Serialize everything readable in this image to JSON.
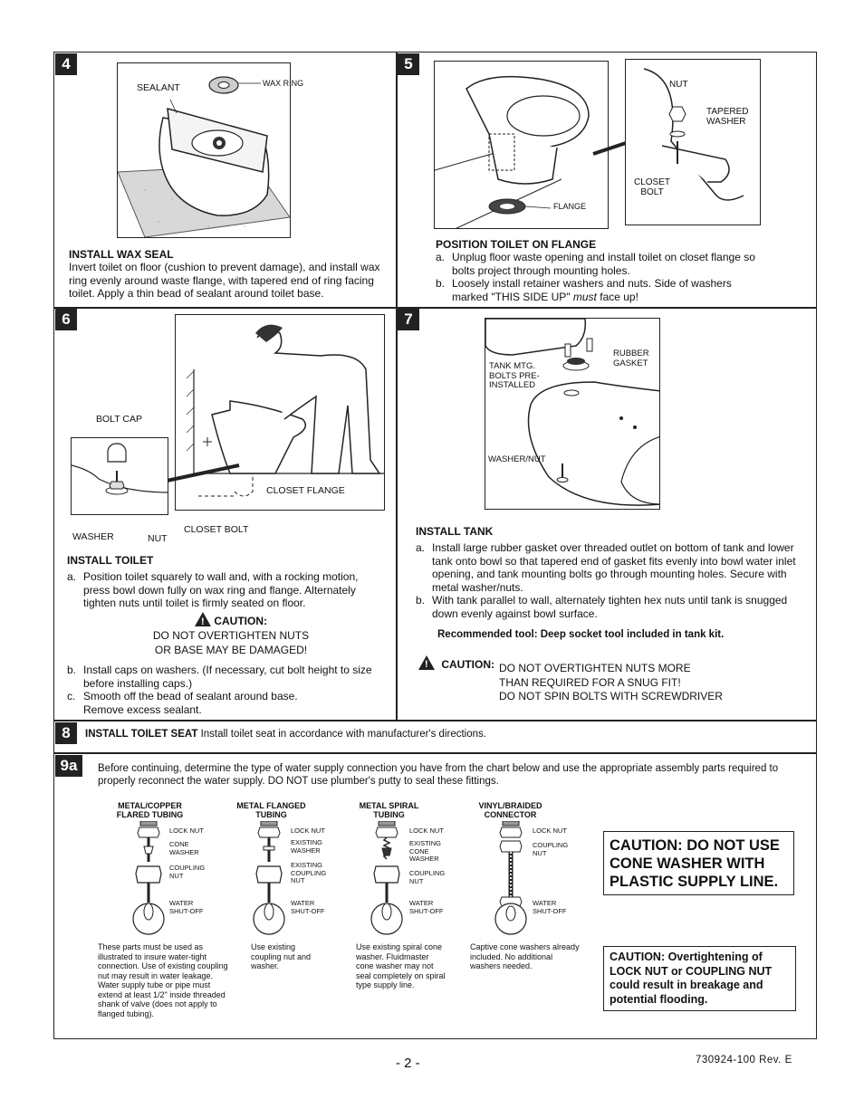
{
  "steps": {
    "s4": {
      "num": "4",
      "labels": {
        "sealant": "SEALANT",
        "wax_ring": "WAX RING"
      },
      "heading": "INSTALL WAX SEAL",
      "text": "Invert toilet on floor (cushion to prevent damage), and install wax ring evenly around waste flange, with tapered end of ring facing toilet. Apply a thin bead of sealant around toilet base."
    },
    "s5": {
      "num": "5",
      "labels": {
        "nut": "NUT",
        "tapered_washer": "TAPERED\nWASHER",
        "closet_bolt": "CLOSET\nBOLT",
        "flange": "FLANGE"
      },
      "heading": "POSITION TOILET ON FLANGE",
      "items": [
        {
          "mark": "a.",
          "text": "Unplug floor waste opening and install toilet on closet flange so bolts project through mounting holes."
        },
        {
          "mark": "b.",
          "text_before": "Loosely install retainer washers and nuts. Side of washers marked \"THIS SIDE UP\" ",
          "text_em": "must",
          "text_after": " face up!"
        }
      ]
    },
    "s6": {
      "num": "6",
      "labels": {
        "bolt_cap": "BOLT CAP",
        "washer": "WASHER",
        "nut": "NUT",
        "closet_bolt": "CLOSET BOLT",
        "closet_flange": "CLOSET FLANGE"
      },
      "heading": "INSTALL TOILET",
      "item_a": {
        "mark": "a.",
        "text": "Position toilet squarely to wall and, with a rocking motion, press bowl down fully on wax ring and flange. Alternately tighten nuts until toilet is firmly seated on floor."
      },
      "caution_title": "CAUTION:",
      "caution_line1": "DO NOT OVERTIGHTEN NUTS",
      "caution_line2": "OR BASE MAY BE DAMAGED!",
      "item_b": {
        "mark": "b.",
        "text": "Install caps on washers. (If necessary, cut bolt height to size before installing caps.)"
      },
      "item_c": {
        "mark": "c.",
        "text": "Smooth off the bead of sealant around base.",
        "text2": "Remove excess sealant."
      }
    },
    "s7": {
      "num": "7",
      "labels": {
        "tank_bolts": "TANK MTG.\nBOLTS PRE-\nINSTALLED",
        "rubber_gasket": "RUBBER\nGASKET",
        "washer_nut": "WASHER/NUT"
      },
      "heading": "INSTALL TANK",
      "items": [
        {
          "mark": "a.",
          "text": "Install large rubber gasket over threaded outlet on bottom of tank and lower tank onto bowl so that tapered end of gasket fits evenly into bowl water inlet opening, and tank mounting bolts go through mounting holes. Secure with metal washer/nuts."
        },
        {
          "mark": "b.",
          "text": "With tank parallel to wall, alternately tighten hex nuts until tank is snugged down evenly against bowl surface."
        }
      ],
      "tool": "Recommended tool: Deep socket tool included in tank kit.",
      "caution_title": "CAUTION:",
      "caution_lines": [
        "DO NOT OVERTIGHTEN NUTS MORE",
        "THAN REQUIRED FOR A SNUG FIT!",
        "DO NOT SPIN BOLTS WITH SCREWDRIVER"
      ]
    },
    "s8": {
      "num": "8",
      "heading": "INSTALL TOILET SEAT",
      "text": " Install toilet seat in accordance with manufacturer's directions."
    },
    "s9a": {
      "num": "9a",
      "intro": "Before continuing, determine the type of water supply connection you have from the chart below and use the appropriate assembly parts required to properly reconnect the water supply. DO NOT use plumber's putty to seal these fittings.",
      "columns": [
        {
          "title": "METAL/COPPER\nFLARED TUBING",
          "parts": [
            "LOCK NUT",
            "CONE\nWASHER",
            "COUPLING\nNUT",
            "WATER\nSHUT-OFF"
          ],
          "note": "These parts must be used as illustrated to insure water-tight connection. Use of existing coupling nut may result in water leakage. Water supply tube or pipe must extend at least 1/2\" inside threaded shank of valve (does not apply to flanged tubing)."
        },
        {
          "title": "METAL FLANGED\nTUBING",
          "parts": [
            "LOCK NUT",
            "EXISTING\nWASHER",
            "EXISTING\nCOUPLING\nNUT",
            "WATER\nSHUT-OFF"
          ],
          "note": "Use existing coupling nut and washer."
        },
        {
          "title": "METAL SPIRAL\nTUBING",
          "parts": [
            "LOCK NUT",
            "EXISTING\nCONE\nWASHER",
            "COUPLING\nNUT",
            "WATER\nSHUT-OFF"
          ],
          "note": "Use existing spiral cone washer. Fluidmaster cone washer may not seal completely on spiral type supply line."
        },
        {
          "title": "VINYL/BRAIDED\nCONNECTOR",
          "parts": [
            "LOCK NUT",
            "COUPLING\nNUT",
            "WATER\nSHUT-OFF"
          ],
          "note": "Captive cone washers already included. No additional washers needed."
        }
      ],
      "caution_big": "CAUTION: DO NOT USE CONE WASHER WITH PLASTIC SUPPLY LINE.",
      "caution_small": "CAUTION: Overtightening of LOCK NUT or COUPLING NUT could result in breakage and potential flooding."
    }
  },
  "footer": {
    "page": "- 2 -",
    "docnum": "730924-100 Rev. E"
  }
}
